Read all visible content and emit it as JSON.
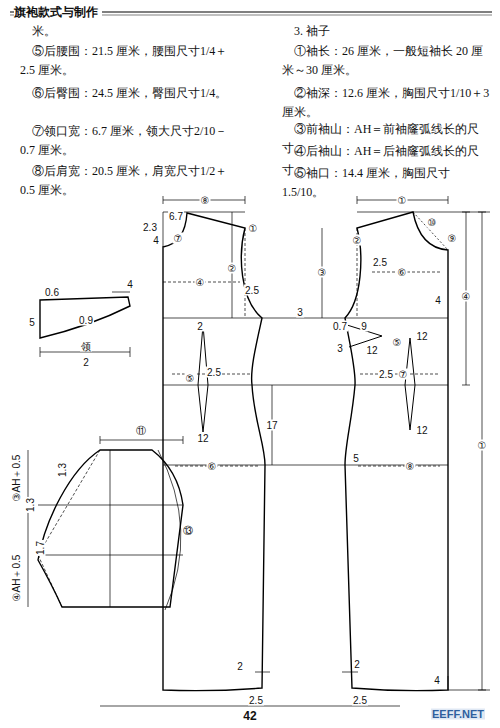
{
  "diagram": {
    "title": "旗袍款式与制作",
    "labels": [
      "米。",
      "⑤后腰围：21.5 厘米，腰围尺寸1/4＋2.5 厘米。",
      "⑥后臀围：24.5 厘米，臀围尺寸1/4。",
      "⑦领口宽：6.7 厘米，领大尺寸2/10－0.7 厘米。",
      "⑧后肩宽：20.5 厘米，肩宽尺寸1/2＋0.5 厘米。",
      "3. 袖子",
      "①袖长：26 厘米，一般短袖长 20 厘米～30 厘米。",
      "②袖深：12.6 厘米，胸围尺寸1/10＋3 厘米。",
      "③前袖山：AH＝前袖窿弧线长的尺寸。",
      "④后袖山：AH＝后袖窿弧线长的尺寸。",
      "⑤袖口：14.4 厘米，胸围尺寸1.5/10。",
      "⑧",
      "2.3",
      "6.7",
      "4",
      "⑦",
      "①",
      "④",
      "②",
      "2.5",
      "3",
      "2",
      "2.5",
      "⑤",
      "12",
      "17",
      "⑥",
      "2",
      "2.5",
      "①",
      "②",
      "⑩",
      "⑨",
      "③",
      "2.5",
      "⑥",
      "4",
      "④",
      "①",
      "0.7",
      "9",
      "⑤",
      "12",
      "3",
      "12",
      "2.5",
      "⑦",
      "12",
      "5",
      "⑧",
      "2",
      "2.5",
      "4",
      "0.6",
      "4",
      "5",
      "0.9",
      "领",
      "2",
      "⑪",
      "③AH＋0.5",
      "1.3",
      "1.3",
      "1.7",
      "④AH＋0.5",
      "⑬",
      "42",
      "EEFF.NET"
    ]
  }
}
